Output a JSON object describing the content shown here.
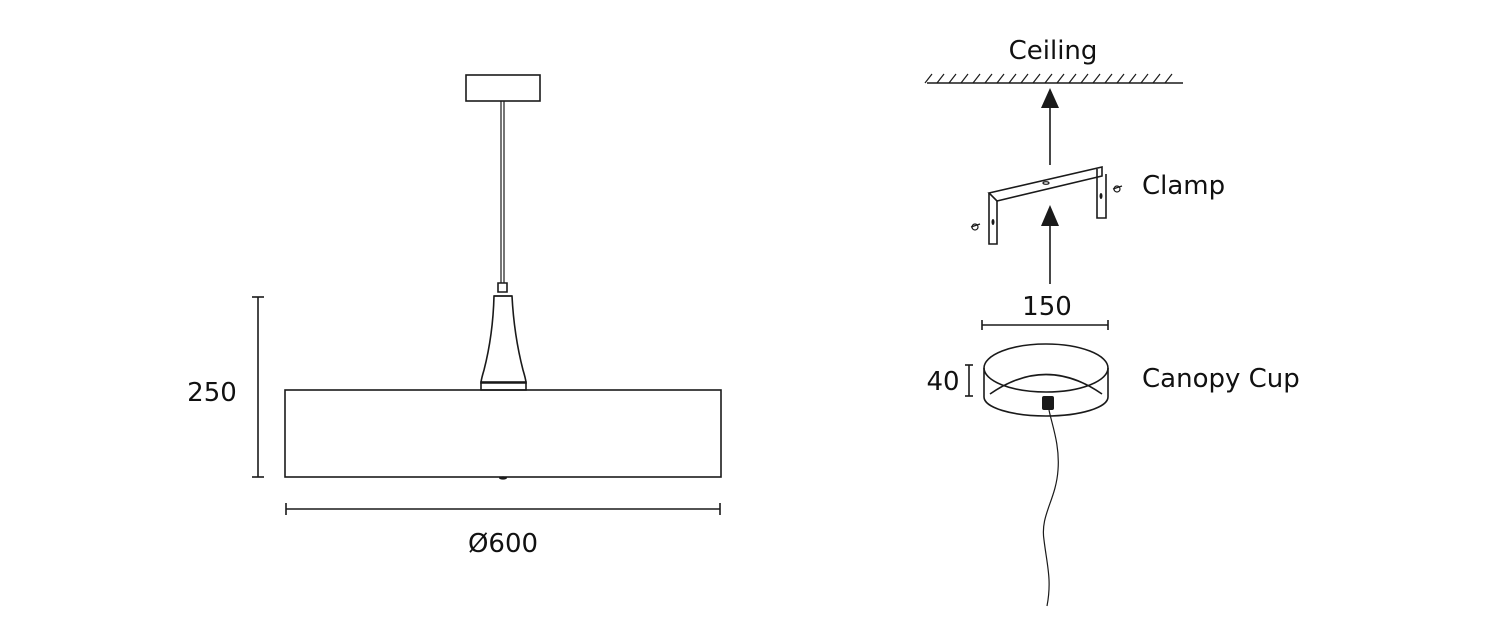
{
  "pendant": {
    "height_label": "250",
    "diameter_label": "Ø600"
  },
  "installation": {
    "ceiling_label": "Ceiling",
    "clamp_label": "Clamp",
    "canopy_width_label": "150",
    "canopy_height_label": "40",
    "canopy_label": "Canopy Cup"
  }
}
